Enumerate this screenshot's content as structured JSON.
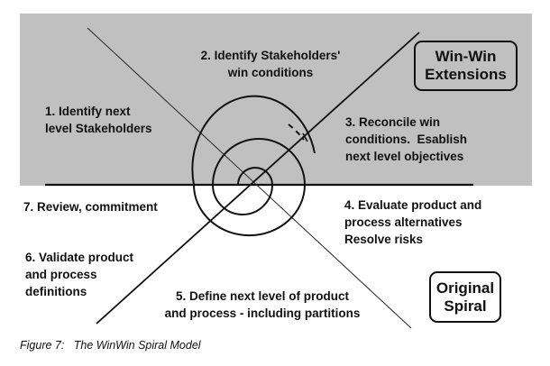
{
  "colors": {
    "upper_region": "#c0c0c0",
    "lower_region": "#ffffff",
    "ink": "#111111"
  },
  "figure": {
    "caption": "Figure 7:   The WinWin Spiral Model"
  },
  "boxes": {
    "winwin_extensions": {
      "line1": "Win-Win",
      "line2": "Extensions"
    },
    "original_spiral": {
      "line1": "Original",
      "line2": "Spiral"
    }
  },
  "steps": [
    {
      "number": "1",
      "text": "1. Identify next\nlevel Stakeholders",
      "region": "Win-Win Extensions"
    },
    {
      "number": "2",
      "text": "2. Identify Stakeholders'\nwin conditions",
      "region": "Win-Win Extensions"
    },
    {
      "number": "3",
      "text": "3. Reconcile win\nconditions.  Esablish\nnext level objectives",
      "region": "Win-Win Extensions"
    },
    {
      "number": "4",
      "text": "4. Evaluate product and\nprocess alternatives\nResolve risks",
      "region": "Original Spiral"
    },
    {
      "number": "5",
      "text": "5. Define next level of product\nand process - including partitions",
      "region": "Original Spiral"
    },
    {
      "number": "6",
      "text": "6. Validate product\nand process\ndefinitions",
      "region": "Original Spiral"
    },
    {
      "number": "7",
      "text": "7. Review, commitment",
      "region": "Original Spiral"
    }
  ]
}
